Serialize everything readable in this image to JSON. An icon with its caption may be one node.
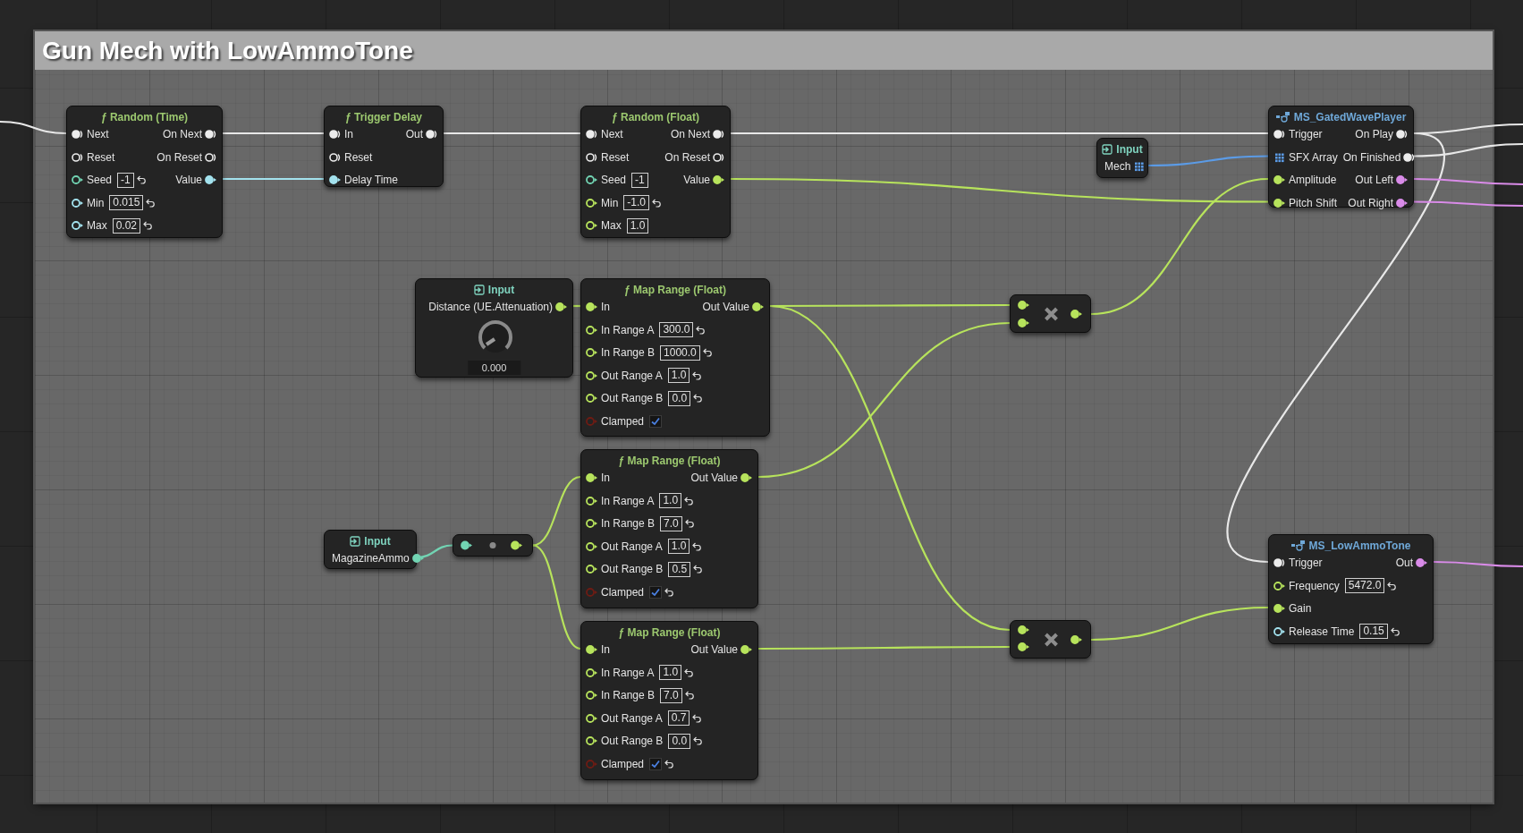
{
  "diagram": {
    "nodes": [
      {
        "text": [
          "Gun Mech with LowAmmoTone"
        ]
      },
      {
        "text": [
          "ƒ Random (Time)",
          "Next",
          "On Next",
          "Reset",
          "On Reset",
          "Seed",
          "-1",
          "Value",
          "Min",
          "0.015",
          "Max",
          "0.02"
        ],
        "in": 0
      },
      {
        "text": [
          "ƒ Trigger Delay",
          "In",
          "Out",
          "Reset",
          "Delay Time"
        ],
        "in": 0
      },
      {
        "text": [
          "ƒ Random (Float)",
          "Next",
          "On Next",
          "Reset",
          "On Reset",
          "Seed",
          "-1",
          "Value",
          "Min",
          "-1.0",
          "Max",
          "1.0"
        ],
        "in": 0
      },
      {
        "text": [
          "Input",
          "Mech"
        ],
        "in": 0
      },
      {
        "text": [
          "MS_GatedWavePlayer",
          "Trigger",
          "On Play",
          "SFX Array",
          "On Finished",
          "Amplitude",
          "Out Left",
          "Pitch Shift",
          "Out Right"
        ],
        "in": 0
      },
      {
        "text": [
          "Input",
          "Distance (UE.Attenuation)",
          "0.000"
        ],
        "in": 0
      },
      {
        "text": [
          "ƒ Map Range (Float)",
          "In",
          "Out Value",
          "In Range A",
          "300.0",
          "In Range B",
          "1000.0",
          "Out Range A",
          "1.0",
          "Out Range B",
          "0.0",
          "Clamped"
        ],
        "in": 0
      },
      {
        "text": [],
        "shape": "box",
        "in": 0
      },
      {
        "text": [
          "ƒ Map Range (Float)",
          "In",
          "Out Value",
          "In Range A",
          "1.0",
          "In Range B",
          "7.0",
          "Out Range A",
          "1.0",
          "Out Range B",
          "0.5",
          "Clamped"
        ],
        "in": 0
      },
      {
        "text": [
          "Input",
          "MagazineAmmo"
        ],
        "in": 0
      },
      {
        "text": [],
        "shape": "box",
        "in": 0
      },
      {
        "text": [
          "MS_LowAmmoTone",
          "Trigger",
          "Out",
          "Frequency",
          "5472.0",
          "Gain",
          "Release Time",
          "0.15"
        ],
        "in": 0
      },
      {
        "text": [
          "ƒ Map Range (Float)",
          "In",
          "Out Value",
          "In Range A",
          "1.0",
          "In Range B",
          "7.0",
          "Out Range A",
          "0.7",
          "Out Range B",
          "0.0",
          "Clamped"
        ],
        "in": 0
      },
      {
        "text": [],
        "shape": "box",
        "in": 0
      }
    ],
    "edges": [
      {
        "from": null,
        "to": 1,
        "arrow": "none",
        "color": "#e8e8e8"
      },
      {
        "from": 1,
        "to": 2,
        "arrow": "none",
        "color": "#e8e8e8"
      },
      {
        "from": 1,
        "to": 2,
        "arrow": "none",
        "color": "#a3e2ee"
      },
      {
        "from": 2,
        "to": 3,
        "arrow": "none",
        "color": "#e8e8e8"
      },
      {
        "from": 3,
        "to": 5,
        "arrow": "none",
        "color": "#e8e8e8"
      },
      {
        "from": 3,
        "to": 5,
        "arrow": "none"
      },
      {
        "from": 4,
        "to": 5,
        "arrow": "none",
        "color": "#5b9be6"
      },
      {
        "from": 6,
        "to": 7,
        "arrow": "none"
      },
      {
        "from": 7,
        "to": 8,
        "arrow": "none"
      },
      {
        "from": 7,
        "to": 14,
        "arrow": "none"
      },
      {
        "from": 9,
        "to": 8,
        "arrow": "none"
      },
      {
        "from": 13,
        "to": 14,
        "arrow": "none"
      },
      {
        "from": 8,
        "to": 5,
        "arrow": "none"
      },
      {
        "from": 14,
        "to": 12,
        "arrow": "none"
      },
      {
        "from": 10,
        "to": 11,
        "arrow": "none",
        "color": "#72d4b3"
      },
      {
        "from": 11,
        "to": 9,
        "arrow": "none"
      },
      {
        "from": 11,
        "to": 13,
        "arrow": "none"
      },
      {
        "from": 5,
        "to": 12,
        "arrow": "none",
        "color": "#e8e8e8"
      },
      {
        "from": 5,
        "to": null,
        "arrow": "none",
        "color": "#e8e8e8"
      },
      {
        "from": 5,
        "to": null,
        "arrow": "none",
        "color": "#e8e8e8"
      },
      {
        "from": 5,
        "to": null,
        "arrow": "none",
        "color": "#d98be8"
      },
      {
        "from": 5,
        "to": null,
        "arrow": "none",
        "color": "#d98be8"
      },
      {
        "from": 12,
        "to": null,
        "arrow": "none",
        "color": "#d98be8"
      }
    ]
  }
}
